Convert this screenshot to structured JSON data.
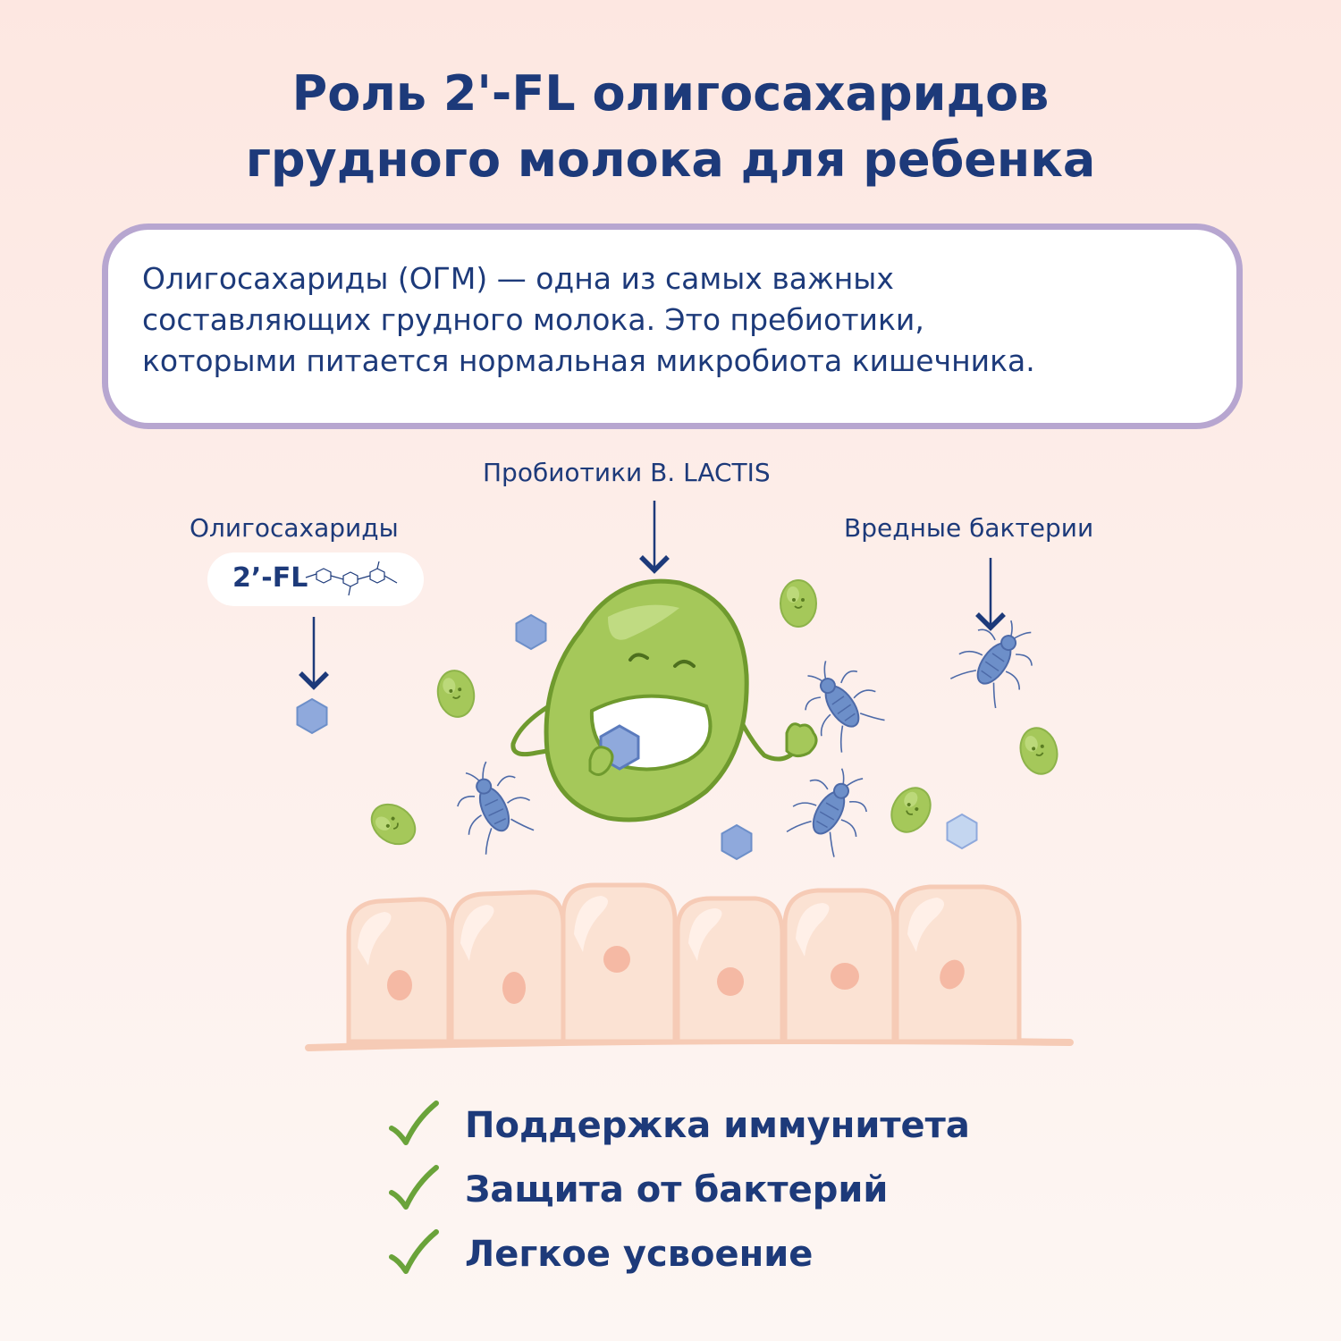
{
  "title": {
    "line1": "Роль 2'-FL олигосахаридов",
    "line2": "грудного молока для ребенка"
  },
  "intro": {
    "line1": "Олигосахариды (ОГМ) — одна из самых важных",
    "line2": "составляющих грудного молока. Это пребиотики,",
    "line3": "которыми питается нормальная микробиота кишечника."
  },
  "labels": {
    "oligosaccharides": "Олигосахариды",
    "fl_badge": "2’-FL",
    "probiotics": "Пробиотики B. LACTIS",
    "harmful_bacteria": "Вредные бактерии"
  },
  "benefits": [
    {
      "text": "Поддержка иммунитета",
      "icon": "check-icon"
    },
    {
      "text": "Защита от бактерий",
      "icon": "check-icon"
    },
    {
      "text": "Легкое усвоение",
      "icon": "check-icon"
    }
  ],
  "colors": {
    "text": "#1d3a7a",
    "box_border": "#b7a6d0",
    "probiotic_green": "#a5c85a",
    "probiotic_outline": "#6f9a2e",
    "hexagon_blue": "#8fa9dc",
    "bacteria_blue": "#6d8fc9",
    "cells": "#fbe2d3",
    "check_green": "#6aa33a"
  }
}
